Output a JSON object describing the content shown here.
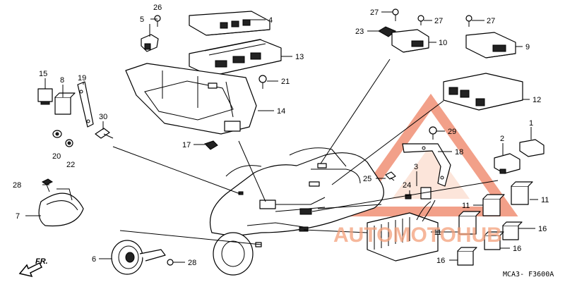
{
  "diagram": {
    "callouts": {
      "c1": "1",
      "c2": "2",
      "c3": "3",
      "c4": "4",
      "c5": "5",
      "c6": "6",
      "c7": "7",
      "c8": "8",
      "c9": "9",
      "c10": "10",
      "c11a": "11",
      "c11b": "11",
      "c11c": "11",
      "c12": "12",
      "c13": "13",
      "c14": "14",
      "c15": "15",
      "c16a": "16",
      "c16b": "16",
      "c16c": "16",
      "c17": "17",
      "c18": "18",
      "c19": "19",
      "c20": "20",
      "c21": "21",
      "c22": "22",
      "c23": "23",
      "c24": "24",
      "c25": "25",
      "c26": "26",
      "c27a": "27",
      "c27b": "27",
      "c27c": "27",
      "c28a": "28",
      "c28b": "28",
      "c29": "29",
      "c30": "30"
    },
    "front_arrow_label": "FR.",
    "drawing_code": "MCA3- F3600A",
    "watermark": {
      "text": "AUTOMOTOHUB",
      "color": "#e8542a",
      "color_light": "#f4a07a"
    }
  }
}
